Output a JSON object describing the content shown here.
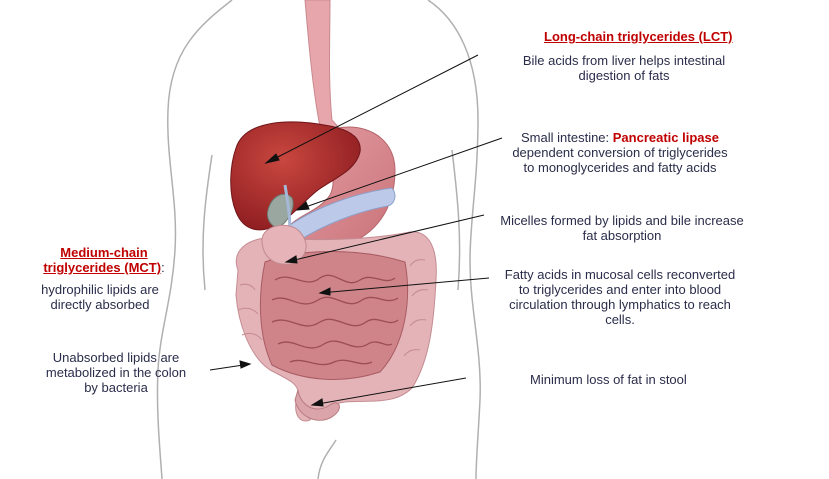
{
  "lct": {
    "title": "Long-chain triglycerides (LCT)",
    "bile": [
      "Bile acids from liver helps intestinal",
      "digestion of fats"
    ],
    "small_prefix": "Small intestine: ",
    "small_red": "Pancreatic lipase",
    "small_rest": [
      "dependent conversion of triglycerides",
      "to monoglycerides and fatty acids"
    ],
    "micelles": [
      "Micelles formed by lipids and bile increase",
      "fat absorption"
    ],
    "fatty": [
      "Fatty acids in mucosal cells reconverted",
      "to triglycerides and enter into blood",
      "circulation through lymphatics to reach",
      "cells."
    ],
    "stool": "Minimum loss of fat in stool"
  },
  "mct": {
    "title": [
      "Medium-chain",
      "triglycerides (MCT)"
    ],
    "colon_char": ":",
    "hydrophilic": [
      "hydrophilic lipids are",
      "directly absorbed"
    ],
    "unabsorbed": [
      "Unabsorbed lipids are",
      "metabolized in the colon",
      "by bacteria"
    ]
  },
  "colors": {
    "label_text": "#2a2d4a",
    "highlight_red": "#c00000",
    "liver": "#a4272a",
    "intestine": "#d99aa0",
    "body_outline": "#b0b0b0"
  }
}
